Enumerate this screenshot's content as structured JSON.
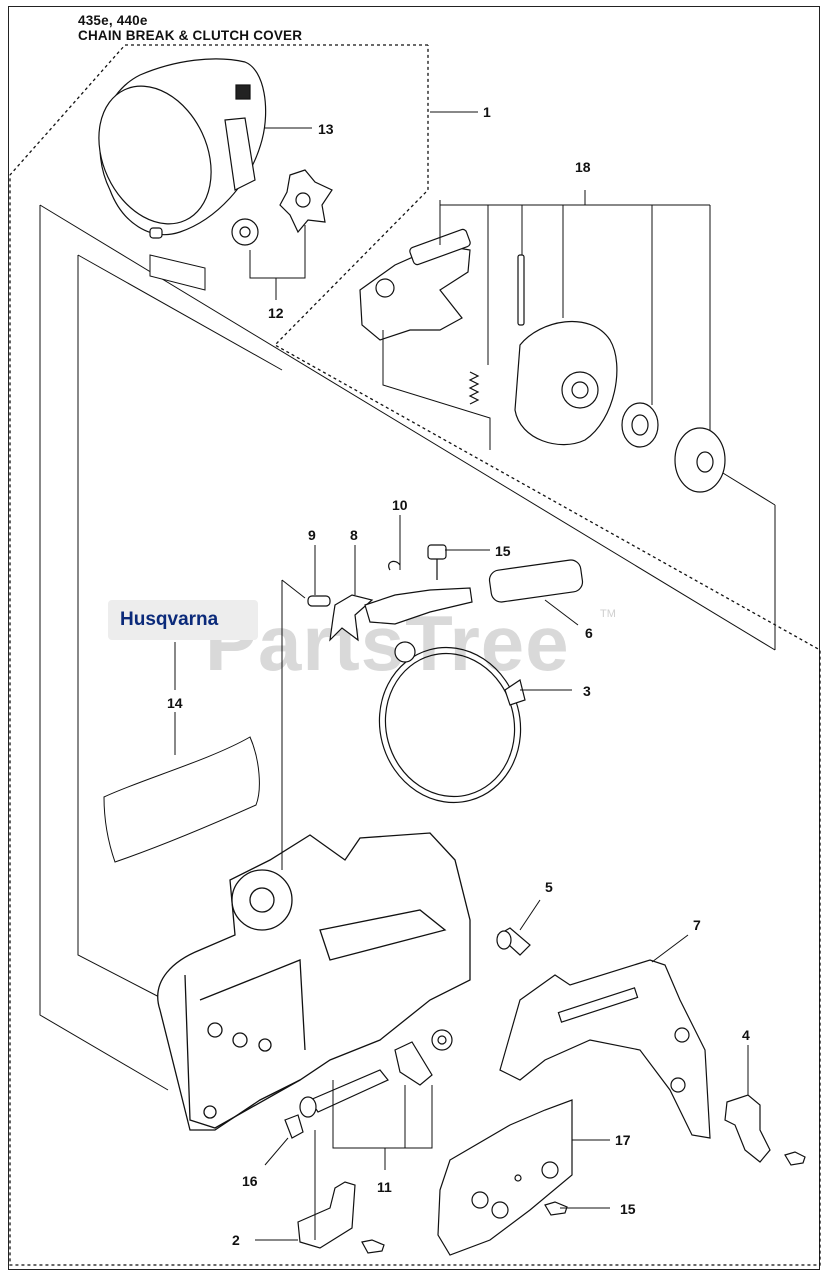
{
  "header": {
    "models": "435e, 440e",
    "section": "CHAIN BREAK & CLUTCH COVER"
  },
  "watermark": {
    "text": "PartsTree",
    "tm": "TM"
  },
  "decal_brand": "Husqvarna",
  "callouts": [
    "1",
    "2",
    "3",
    "4",
    "5",
    "6",
    "7",
    "8",
    "9",
    "10",
    "11",
    "12",
    "13",
    "14",
    "15",
    "15",
    "16",
    "17",
    "18"
  ],
  "colors": {
    "line": "#111111",
    "frame": "#222222",
    "watermark": "#d9d9d9",
    "brand": "#0b2a7a"
  }
}
